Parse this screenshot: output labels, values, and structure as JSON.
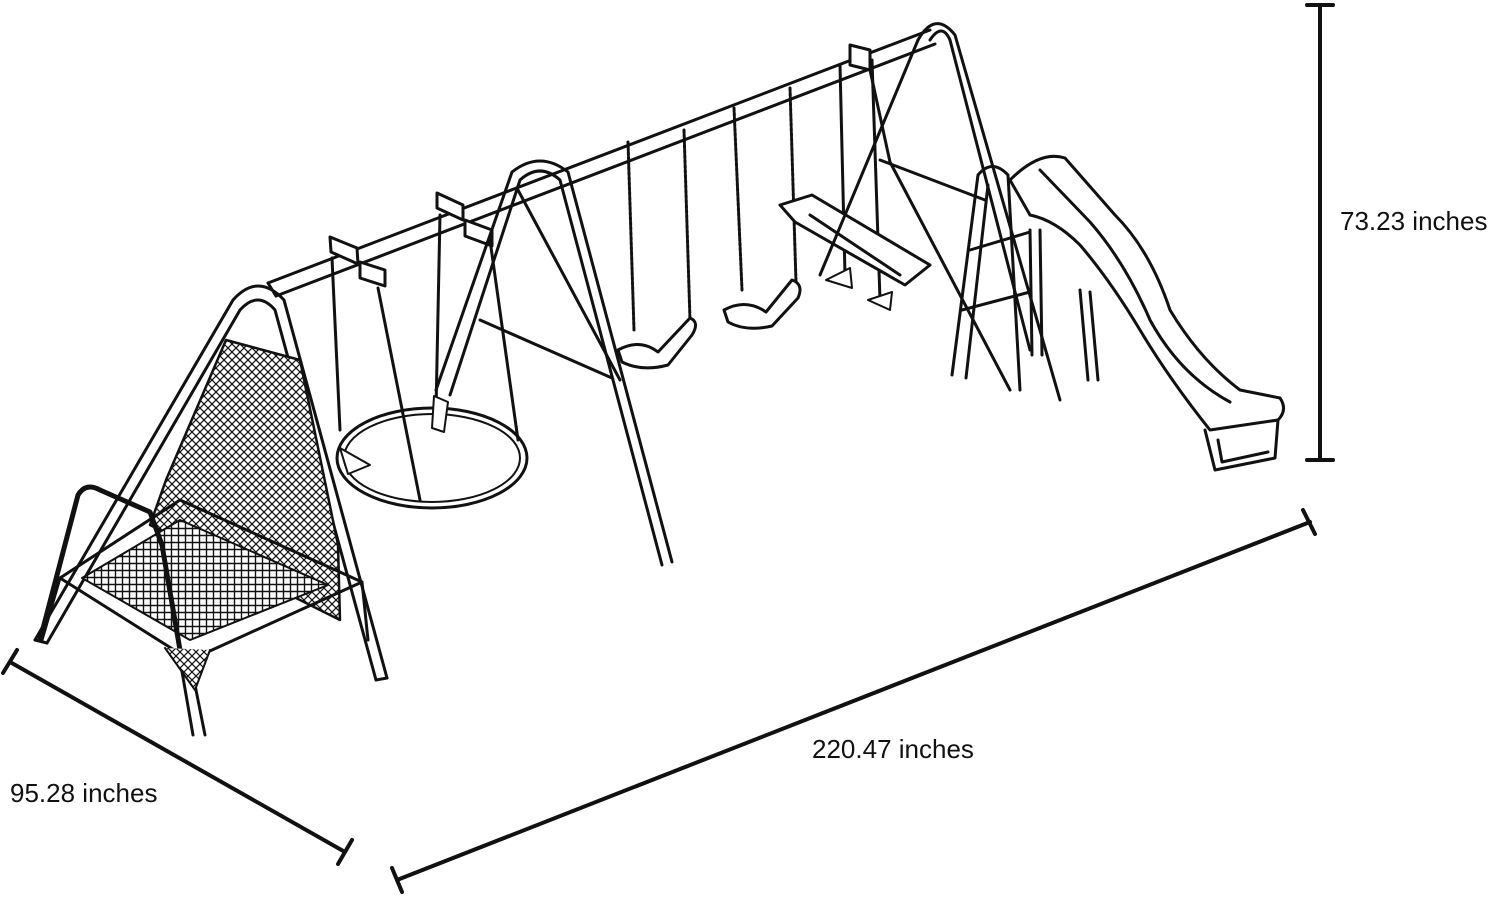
{
  "dimensions": {
    "height_label": "73.23 inches",
    "width_label": "220.47 inches",
    "depth_label": "95.28 inches"
  },
  "colors": {
    "line": "#111111",
    "background": "#ffffff"
  }
}
